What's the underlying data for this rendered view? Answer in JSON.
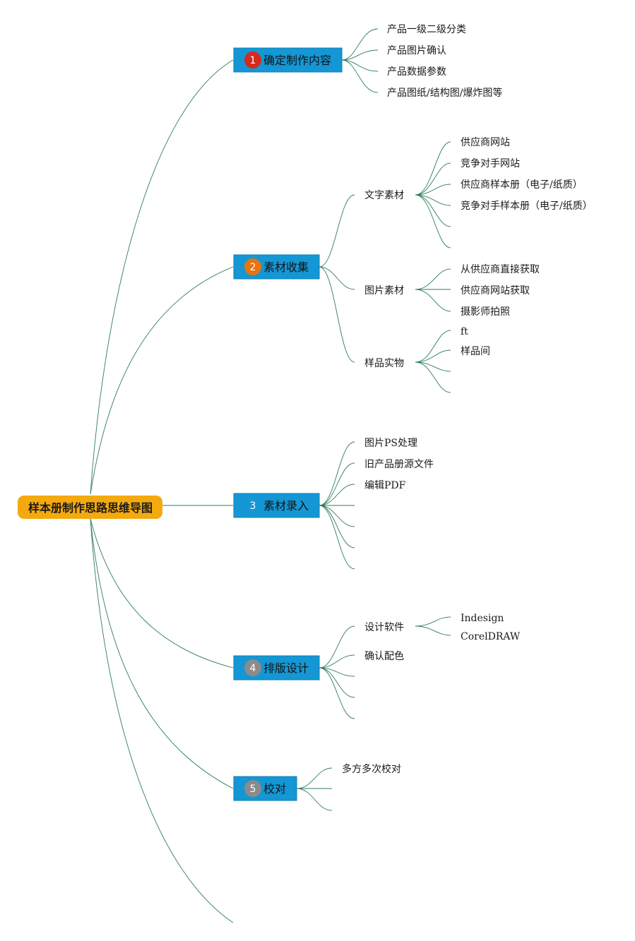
{
  "colors": {
    "root_fill": "#f4a90f",
    "branch_fill": "#1497d4",
    "line": "#2f7d5a",
    "badge_1": "#d42b1e",
    "badge_2": "#e8740f",
    "badge_3": "#1497d4",
    "badge_4": "#8b8b8b",
    "badge_5": "#8b8b8b"
  },
  "root": {
    "label": "样本册制作思路思维导图"
  },
  "branches": [
    {
      "label": "确定制作内容",
      "badge": "1",
      "icon": "number-1-badge-icon",
      "leaves": [
        "产品一级二级分类",
        "产品图片确认",
        "产品数据参数",
        "产品图纸/结构图/爆炸图等"
      ]
    },
    {
      "label": "素材收集",
      "badge": "2",
      "icon": "number-2-badge-icon",
      "groups": [
        {
          "label": "文字素材",
          "leaves": [
            "供应商网站",
            "竞争对手网站",
            "供应商样本册（电子/纸质）",
            "竞争对手样本册（电子/纸质）",
            "",
            ""
          ]
        },
        {
          "label": "图片素材",
          "leaves": [
            "从供应商直接获取",
            "供应商网站获取",
            "摄影师拍照"
          ]
        },
        {
          "label": "样品实物",
          "leaves": [
            "ft",
            "样品间",
            "",
            ""
          ]
        }
      ]
    },
    {
      "label": "素材录入",
      "badge": "3",
      "icon": "number-3-badge-icon",
      "leaves": [
        "图片PS处理",
        "旧产品册源文件",
        "编辑PDF",
        "",
        "",
        "",
        ""
      ]
    },
    {
      "label": "排版设计",
      "badge": "4",
      "icon": "number-4-badge-icon",
      "groups": [
        {
          "label": "设计软件",
          "leaves": [
            "Indesign",
            "CorelDRAW"
          ]
        },
        {
          "label": "确认配色",
          "leaves": []
        },
        {
          "label": "",
          "leaves": []
        },
        {
          "label": "",
          "leaves": []
        },
        {
          "label": "",
          "leaves": []
        }
      ]
    },
    {
      "label": "校对",
      "badge": "5",
      "icon": "number-5-badge-icon",
      "leaves": [
        "多方多次校对",
        "",
        ""
      ]
    }
  ]
}
